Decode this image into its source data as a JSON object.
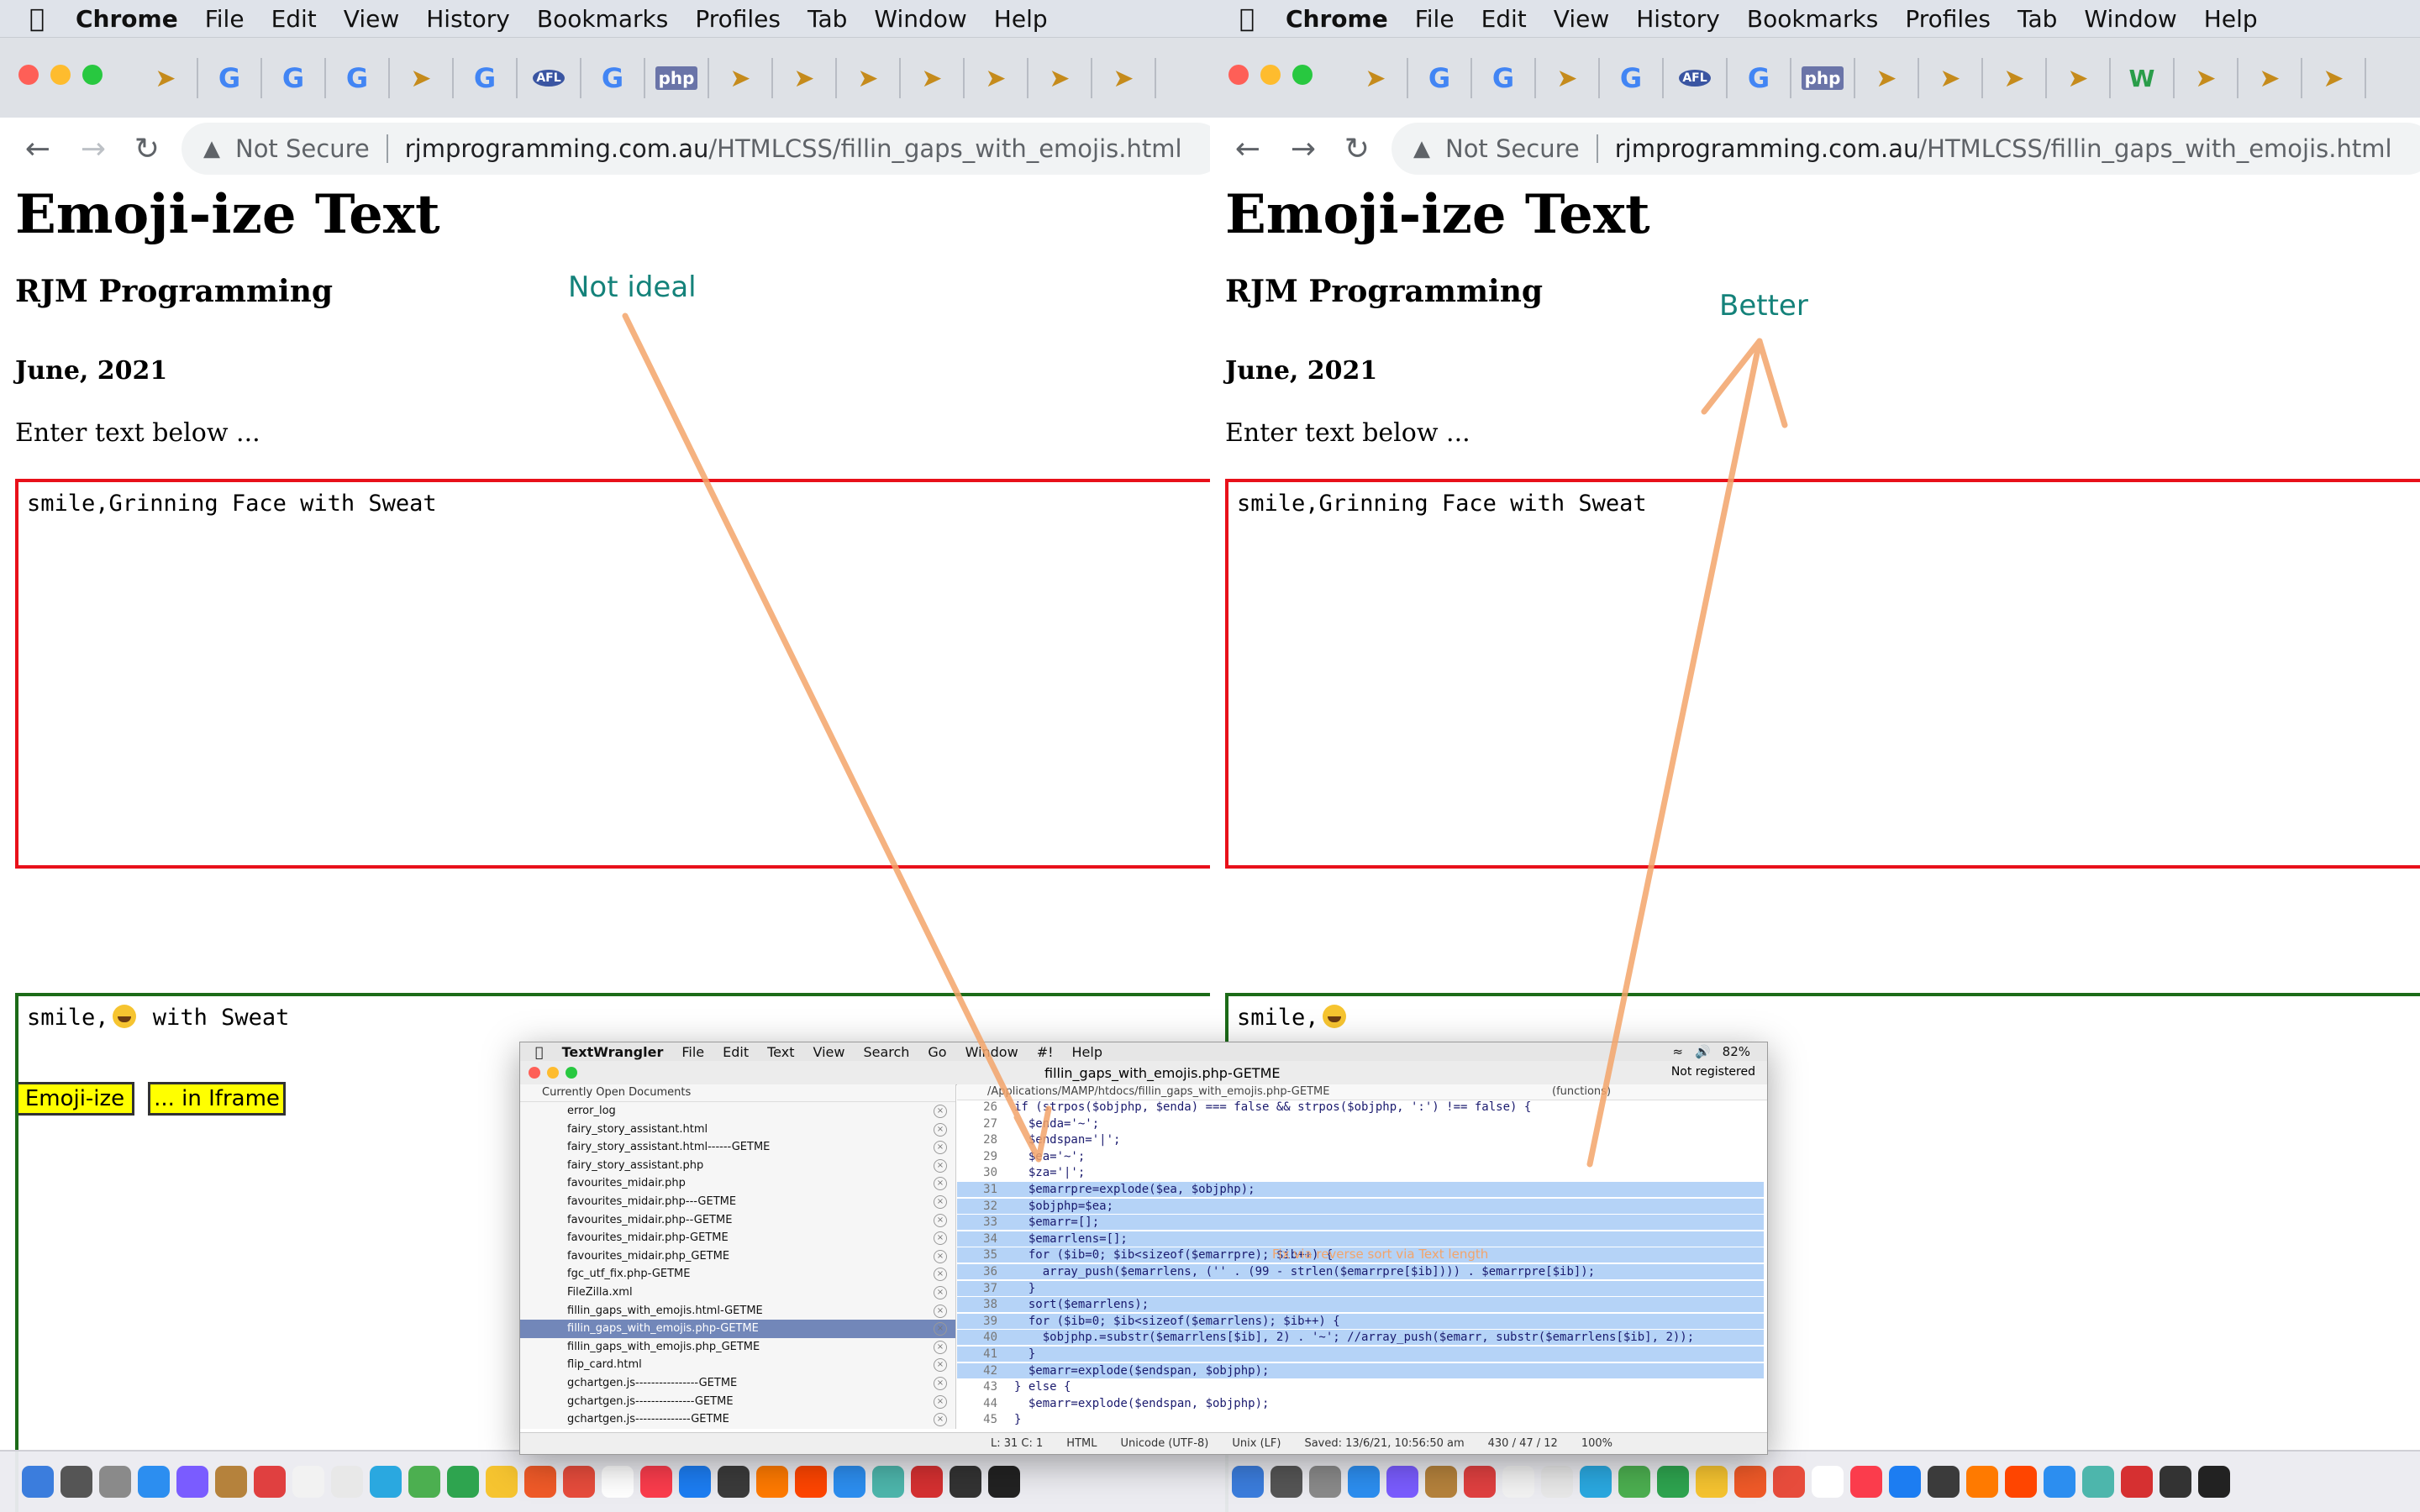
{
  "menubar": {
    "app": "Chrome",
    "items": [
      "File",
      "Edit",
      "View",
      "History",
      "Bookmarks",
      "Profiles",
      "Tab",
      "Window",
      "Help"
    ]
  },
  "browser": {
    "not_secure": "Not Secure",
    "url_host": "rjmprogramming.com.au",
    "url_path": "/HTMLCSS/fillin_gaps_with_emojis.html"
  },
  "tabs_left": [
    "rocket",
    "G",
    "G",
    "G",
    "rocket",
    "G",
    "afl",
    "G",
    "php",
    "rocket",
    "rocket",
    "rocket",
    "rocket",
    "rocket",
    "rocket",
    "rocket"
  ],
  "tabs_right": [
    "rocket",
    "G",
    "G",
    "rocket",
    "G",
    "afl",
    "G",
    "php",
    "rocket",
    "rocket",
    "rocket",
    "rocket",
    "W3",
    "rocket",
    "rocket",
    "rocket"
  ],
  "page": {
    "title": "Emoji-ize Text",
    "author": "RJM Programming",
    "date": "June, 2021",
    "prompt": "Enter text below ...",
    "input_text": "smile,Grinning Face with Sweat",
    "button_emojize": "Emoji-ize",
    "button_iframe": "... in Iframe"
  },
  "left_output": {
    "before": "smile,",
    "after": " with Sweat"
  },
  "right_output": {
    "before": "smile,"
  },
  "annotations": {
    "left": "Not ideal",
    "right": "Better",
    "fix_note": "Fix via reverse sort via Text length"
  },
  "textwrangler": {
    "menubar": {
      "app": "TextWrangler",
      "items": [
        "File",
        "Edit",
        "Text",
        "View",
        "Search",
        "Go",
        "Window",
        "#!",
        "Help"
      ],
      "battery": "82%"
    },
    "window_title": "fillin_gaps_with_emojis.php-GETME",
    "not_registered": "Not registered",
    "sidebar_header": "Currently Open Documents",
    "path": "/Applications/MAMP/htdocs/fillin_gaps_with_emojis.php-GETME",
    "functions": "(functions)",
    "documents": [
      "error_log",
      "fairy_story_assistant.html",
      "fairy_story_assistant.html------GETME",
      "fairy_story_assistant.php",
      "favourites_midair.php",
      "favourites_midair.php---GETME",
      "favourites_midair.php--GETME",
      "favourites_midair.php-GETME",
      "favourites_midair.php_GETME",
      "fgc_utf_fix.php-GETME",
      "FileZilla.xml",
      "fillin_gaps_with_emojis.html-GETME",
      "fillin_gaps_with_emojis.php-GETME",
      "fillin_gaps_with_emojis.php_GETME",
      "flip_card.html",
      "gchartgen.js----------------GETME",
      "gchartgen.js---------------GETME",
      "gchartgen.js--------------GETME"
    ],
    "code_lines": [
      {
        "n": "26",
        "t": "if (strpos($objphp, $enda) === false && strpos($objphp, ':') !== false) {"
      },
      {
        "n": "27",
        "t": "  $enda='~';"
      },
      {
        "n": "28",
        "t": "  $endspan='|';"
      },
      {
        "n": "29",
        "t": "  $ea='~';"
      },
      {
        "n": "30",
        "t": "  $za='|';"
      },
      {
        "n": "31",
        "t": "  $emarrpre=explode($ea, $objphp);"
      },
      {
        "n": "32",
        "t": "  $objphp=$ea;"
      },
      {
        "n": "33",
        "t": "  $emarr=[];"
      },
      {
        "n": "34",
        "t": "  $emarrlens=[];"
      },
      {
        "n": "35",
        "t": "  for ($ib=0; $ib<sizeof($emarrpre); $ib++) {"
      },
      {
        "n": "36",
        "t": "    array_push($emarrlens, ('' . (99 - strlen($emarrpre[$ib]))) . $emarrpre[$ib]);"
      },
      {
        "n": "37",
        "t": "  }"
      },
      {
        "n": "38",
        "t": "  sort($emarrlens);"
      },
      {
        "n": "39",
        "t": "  for ($ib=0; $ib<sizeof($emarrlens); $ib++) {"
      },
      {
        "n": "40",
        "t": "    $objphp.=substr($emarrlens[$ib], 2) . '~'; //array_push($emarr, substr($emarrlens[$ib], 2));"
      },
      {
        "n": "41",
        "t": "  }"
      },
      {
        "n": "42",
        "t": "  $emarr=explode($endspan, $objphp);"
      },
      {
        "n": "43",
        "t": "} else {"
      },
      {
        "n": "44",
        "t": "  $emarr=explode($endspan, $objphp);"
      },
      {
        "n": "45",
        "t": "}"
      }
    ],
    "status": {
      "position": "L: 31 C: 1",
      "language": "HTML",
      "encoding": "Unicode (UTF-8)",
      "line_endings": "Unix (LF)",
      "saved": "Saved: 13/6/21, 10:56:50 am",
      "counts": "430 / 47 / 12",
      "zoom": "100%"
    }
  },
  "colors": {
    "accent_button": "#ffff00",
    "input_border": "#e8101a",
    "output_border": "#1c6b18",
    "annotation": "#14827a",
    "arrow": "#f3a46a",
    "selection": "#b5d3f7"
  }
}
